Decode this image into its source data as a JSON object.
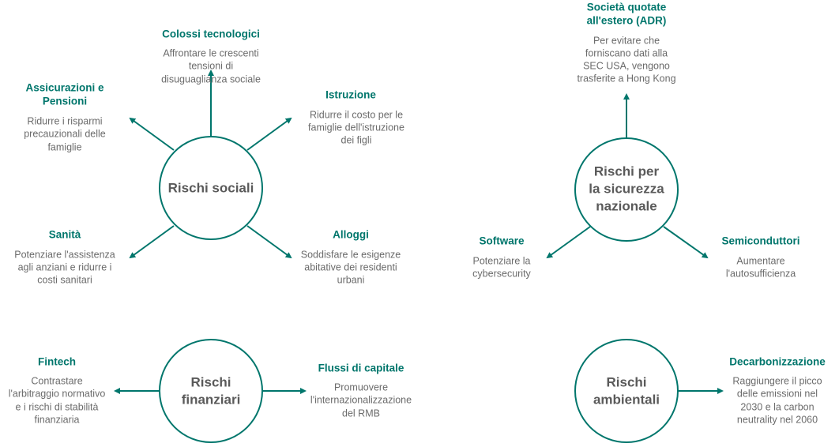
{
  "colors": {
    "accent": "#00766c",
    "text": "#6b6b6b",
    "center": "#5a5a5a"
  },
  "social": {
    "center": "Rischi sociali",
    "tech": {
      "title": "Colossi tecnologici",
      "desc": [
        "Affrontare le crescenti",
        "tensioni di",
        "disuguaglianza sociale"
      ]
    },
    "insurance": {
      "title": [
        "Assicurazioni e",
        "Pensioni"
      ],
      "desc": [
        "Ridurre i risparmi",
        "precauzionali delle",
        "famiglie"
      ]
    },
    "education": {
      "title": "Istruzione",
      "desc": [
        "Ridurre il costo per le",
        "famiglie dell'istruzione",
        "dei figli"
      ]
    },
    "health": {
      "title": "Sanità",
      "desc": [
        "Potenziare l'assistenza",
        "agli anziani e ridurre i",
        "costi sanitari"
      ]
    },
    "housing": {
      "title": "Alloggi",
      "desc": [
        "Soddisfare le esigenze",
        "abitative dei residenti",
        "urbani"
      ]
    }
  },
  "security": {
    "center": [
      "Rischi per",
      "la sicurezza",
      "nazionale"
    ],
    "adr": {
      "title": [
        "Società quotate",
        "all'estero (ADR)"
      ],
      "desc": [
        "Per evitare che",
        "forniscano dati alla",
        "SEC USA, vengono",
        "trasferite a Hong Kong"
      ]
    },
    "software": {
      "title": "Software",
      "desc": [
        "Potenziare la",
        "cybersecurity"
      ]
    },
    "semis": {
      "title": "Semiconduttori",
      "desc": [
        "Aumentare",
        "l'autosufficienza"
      ]
    }
  },
  "financial": {
    "center": [
      "Rischi",
      "finanziari"
    ],
    "fintech": {
      "title": "Fintech",
      "desc": [
        "Contrastare",
        "l'arbitraggio normativo",
        "e i rischi di stabilità",
        "finanziaria"
      ]
    },
    "capital": {
      "title": "Flussi di capitale",
      "desc": [
        "Promuovere",
        "l'internazionalizzazione",
        "del RMB"
      ]
    }
  },
  "environmental": {
    "center": [
      "Rischi",
      "ambientali"
    ],
    "decarb": {
      "title": "Decarbonizzazione",
      "desc": [
        "Raggiungere il picco",
        "delle emissioni nel",
        "2030 e la carbon",
        "neutrality nel 2060"
      ]
    }
  }
}
